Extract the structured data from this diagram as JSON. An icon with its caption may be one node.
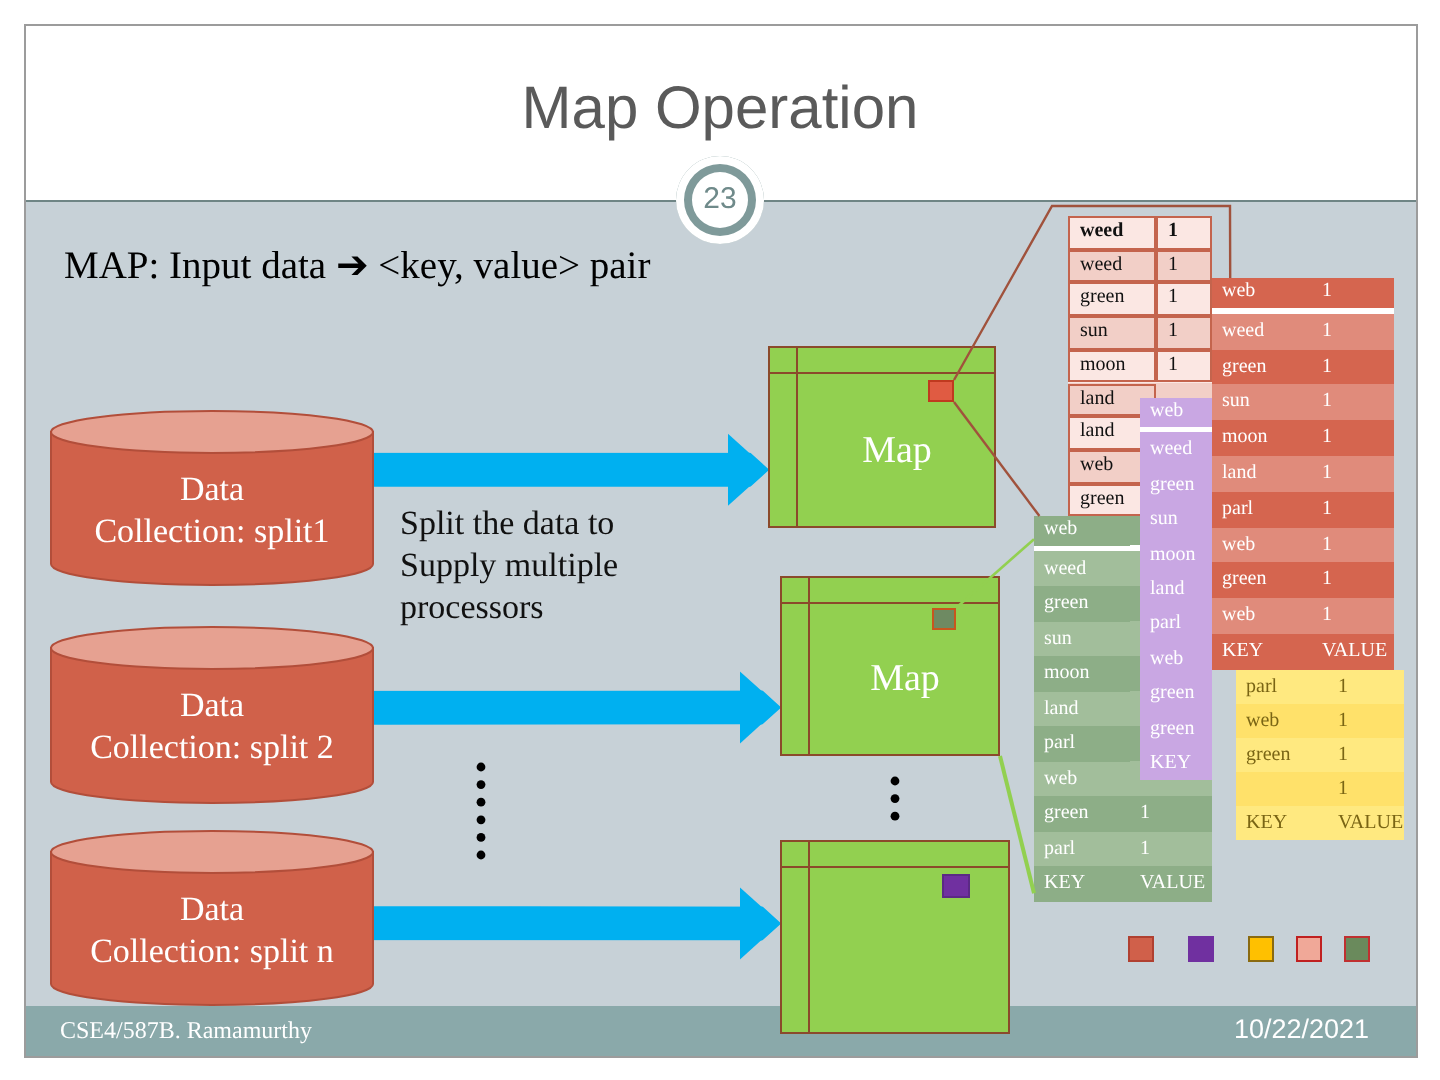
{
  "diagram": {
    "title": "Map Operation",
    "nodes": [
      {
        "text": [
          "Data Collection: split1"
        ]
      },
      {
        "text": [
          "Data Collection: split 2"
        ]
      },
      {
        "text": [
          "Data Collection: split n"
        ]
      },
      {
        "text": [
          "Map"
        ]
      },
      {
        "text": [],
        "shape": "box",
        "in": 3
      },
      {
        "text": [
          "Map"
        ]
      },
      {
        "text": [],
        "shape": "box",
        "in": 5
      },
      {
        "text": [],
        "shape": "box"
      },
      {
        "text": [],
        "shape": "box",
        "in": 7
      },
      {
        "text": [
          "weed",
          "1",
          "weed",
          "1",
          "green",
          "1",
          "sun",
          "1",
          "moon",
          "1",
          "land",
          "land",
          "web",
          "green"
        ]
      },
      {
        "text": [
          "web",
          "1",
          "weed",
          "1",
          "green",
          "1",
          "sun",
          "1",
          "moon",
          "1",
          "land",
          "1",
          "parl",
          "1",
          "web",
          "1",
          "green",
          "1",
          "web",
          "1",
          "KEY",
          "VALUE"
        ]
      },
      {
        "text": [
          "web",
          "weed",
          "green",
          "sun",
          "moon",
          "land",
          "parl",
          "web",
          "green",
          "green",
          "KEY"
        ]
      },
      {
        "text": [
          "web",
          "weed",
          "green",
          "sun",
          "moon",
          "land",
          "parl",
          "web",
          "green",
          "1",
          "parl",
          "1",
          "KEY",
          "VALUE"
        ]
      },
      {
        "text": [
          "parl",
          "1",
          "web",
          "1",
          "green",
          "1",
          "1",
          "KEY",
          "VALUE"
        ]
      }
    ],
    "edges": [
      {
        "from": 0,
        "to": 3,
        "arrow": "to",
        "style": "thick"
      },
      {
        "from": 1,
        "to": 5,
        "arrow": "to",
        "style": "thick"
      },
      {
        "from": 2,
        "to": 7,
        "arrow": "to",
        "style": "thick"
      },
      {
        "from": 4,
        "to": 10,
        "arrow": "none",
        "color": "#a0523c"
      },
      {
        "from": 4,
        "to": 12,
        "arrow": "none",
        "color": "#a0523c"
      },
      {
        "from": 6,
        "to": 12,
        "arrow": "none",
        "color": "#92d050"
      },
      {
        "from": 5,
        "to": 12,
        "arrow": "none",
        "color": "#92d050"
      }
    ],
    "labels": [
      "23",
      "MAP: Input data ➔ <key, value> pair",
      "Split the data to Supply multiple processors",
      "CSE4/587B. Ramamurthy",
      "10/22/2021"
    ]
  }
}
